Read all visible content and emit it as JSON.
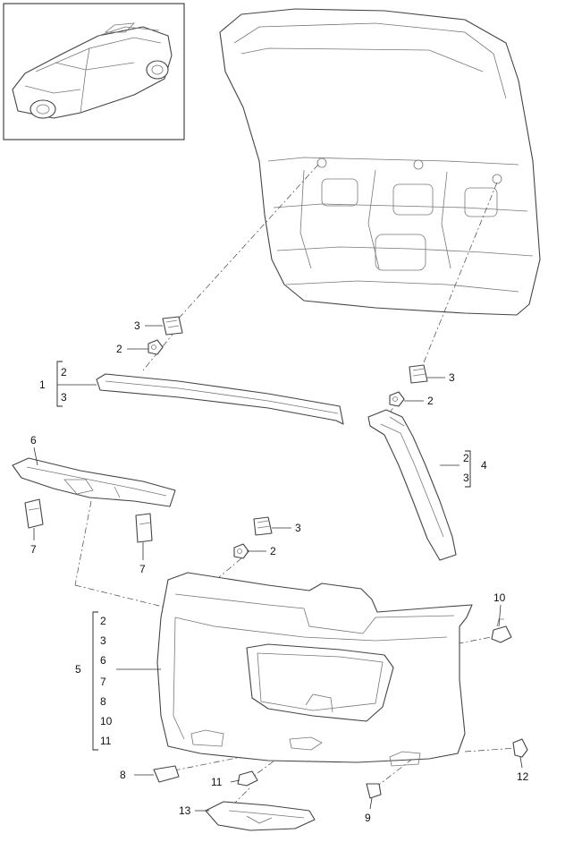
{
  "callouts": {
    "c3_a": "3",
    "c2_a": "2",
    "c1": "1",
    "c1_s2": "2",
    "c1_s3": "3",
    "c3_b": "3",
    "c2_b": "2",
    "c4": "4",
    "c4_s2": "2",
    "c4_s3": "3",
    "c6": "6",
    "c7_a": "7",
    "c7_b": "7",
    "c3_c": "3",
    "c2_c": "2",
    "c10": "10",
    "c5": "5",
    "c5_list": [
      "2",
      "3",
      "6",
      "7",
      "8",
      "10",
      "11"
    ],
    "c8": "8",
    "c11": "11",
    "c13": "13",
    "c9": "9",
    "c12": "12"
  }
}
